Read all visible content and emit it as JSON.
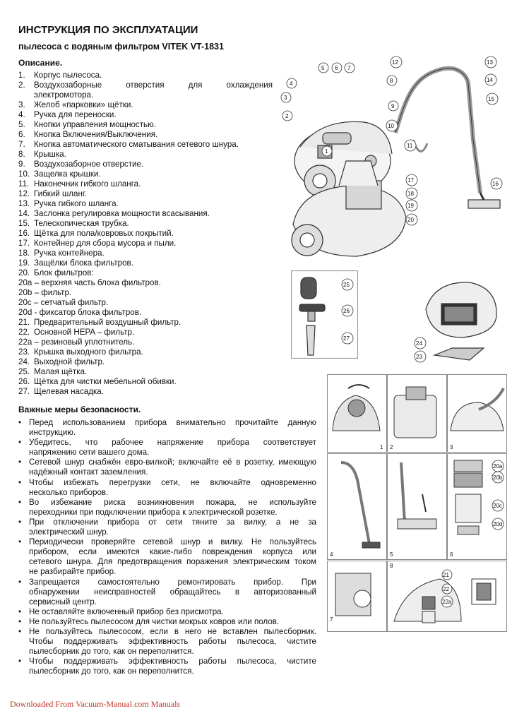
{
  "title": "ИНСТРУКЦИЯ ПО ЭКСПЛУАТАЦИИ",
  "subtitle": "пылесоса с водяным фильтром VITEK VT-1831",
  "description": {
    "heading": "Описание.",
    "items": [
      {
        "num": "1.",
        "text": "Корпус пылесоса."
      },
      {
        "num": "2.",
        "text": "Воздухозаборные отверстия для охлаждения"
      },
      {
        "num": "",
        "text": "электромотора."
      },
      {
        "num": "3.",
        "text": "Желоб «парковки» щётки."
      },
      {
        "num": "4.",
        "text": "Ручка для переноски."
      },
      {
        "num": "5.",
        "text": "Кнопки управления мощностью."
      },
      {
        "num": "6.",
        "text": "Кнопка Включения/Выключения."
      },
      {
        "num": "7.",
        "text": "Кнопка автоматического сматывания сетевого шнура."
      },
      {
        "num": "8.",
        "text": "Крышка."
      },
      {
        "num": "9.",
        "text": "Воздухозаборное отверстие."
      },
      {
        "num": "10.",
        "text": "Защелка крышки."
      },
      {
        "num": "11.",
        "text": "Наконечник гибкого шланга."
      },
      {
        "num": "12.",
        "text": "Гибкий шланг."
      },
      {
        "num": "13.",
        "text": "Ручка гибкого шланга."
      },
      {
        "num": "14.",
        "text": "Заслонка регулировка мощности всасывания."
      },
      {
        "num": "15.",
        "text": "Телескопическая трубка."
      },
      {
        "num": "16.",
        "text": "Щётка для пола/ковровых покрытий."
      },
      {
        "num": "17.",
        "text": "Контейнер для сбора мусора и пыли."
      },
      {
        "num": "18.",
        "text": "Ручка контейнера."
      },
      {
        "num": "19.",
        "text": "Защёлки блока фильтров."
      },
      {
        "num": "20.",
        "text": "Блок фильтров:"
      },
      {
        "num": "",
        "text": "20a – верхняя часть блока фильтров."
      },
      {
        "num": "",
        "text": "20b – фильтр."
      },
      {
        "num": "",
        "text": "20c – сетчатый фильтр."
      },
      {
        "num": "",
        "text": "20d - фиксатор блока фильтров."
      },
      {
        "num": "21.",
        "text": "Предварительный воздушный фильтр."
      },
      {
        "num": "22.",
        "text": "Основной HEPA – фильтр."
      },
      {
        "num": "",
        "text": "22a – резиновый уплотнитель."
      },
      {
        "num": "23.",
        "text": "Крышка выходного фильтра."
      },
      {
        "num": "24.",
        "text": "Выходной фильтр."
      },
      {
        "num": "25.",
        "text": "Малая щётка."
      },
      {
        "num": "26.",
        "text": "Щётка для чистки мебельной обивки."
      },
      {
        "num": "27.",
        "text": "Щелевая насадка."
      }
    ]
  },
  "safety": {
    "heading": "Важные меры безопасности.",
    "bullet": "•",
    "lines": [
      {
        "b": true,
        "text": "Перед использованием прибора внимательно прочитайте данную"
      },
      {
        "b": false,
        "text": "инструкцию."
      },
      {
        "b": true,
        "text": "Убедитесь, что рабочее напряжение прибора соответствует"
      },
      {
        "b": false,
        "text": "напряжению сети вашего дома."
      },
      {
        "b": true,
        "text": "Сетевой шнур снабжён евро-вилкой; включайте её в розетку, имеющую"
      },
      {
        "b": false,
        "text": "надёжный контакт заземления."
      },
      {
        "b": true,
        "text": "Чтобы избежать перегрузки сети, не включайте одновременно"
      },
      {
        "b": false,
        "text": "несколько приборов."
      },
      {
        "b": true,
        "text": "Во избежание риска возникновения пожара, не используйте"
      },
      {
        "b": false,
        "text": "переходники при подключении прибора к электрической розетке."
      },
      {
        "b": true,
        "text": "При отключении прибора от сети тяните за вилку, а не за"
      },
      {
        "b": false,
        "text": "электрический шнур."
      },
      {
        "b": true,
        "text": "Периодически проверяйте сетевой шнур и вилку. Не пользуйтесь"
      },
      {
        "b": false,
        "text": "прибором, если имеются какие-либо повреждения корпуса или"
      },
      {
        "b": false,
        "text": "сетевого шнура. Для предотвращения поражения электрическим током"
      },
      {
        "b": false,
        "text": "не разбирайте прибор."
      },
      {
        "b": true,
        "text": "Запрещается самостоятельно ремонтировать прибор. При"
      },
      {
        "b": false,
        "text": "обнаружении неисправностей обращайтесь в авторизованный"
      },
      {
        "b": false,
        "text": "сервисный центр."
      },
      {
        "b": true,
        "text": "Не оставляйте включенный прибор без присмотра."
      },
      {
        "b": true,
        "text": "Не пользуйтесь пылесосом для чистки мокрых ковров или полов."
      },
      {
        "b": true,
        "text": "Не пользуйтесь пылесосом, если в него не вставлен пылесборник."
      },
      {
        "b": false,
        "text": "Чтобы поддерживать эффективность работы пылесоса, чистите"
      },
      {
        "b": false,
        "text": "пылесборник до того, как он переполнится."
      },
      {
        "b": true,
        "text": "Чтобы поддерживать эффективность работы пылесоса, чистите"
      },
      {
        "b": false,
        "text": "пылесборник до того, как он переполнится."
      }
    ]
  },
  "figure_labels": {
    "main": [
      "1",
      "2",
      "3",
      "4",
      "5",
      "6",
      "7",
      "8",
      "9",
      "10",
      "11",
      "12",
      "13",
      "14",
      "15",
      "16"
    ],
    "container": [
      "17",
      "18",
      "19",
      "20"
    ],
    "nozzles": [
      "25",
      "26",
      "27"
    ],
    "rear": [
      "24",
      "23"
    ],
    "steps": [
      "1",
      "2",
      "3",
      "4",
      "5",
      "6",
      "7",
      "8"
    ],
    "filters": [
      "20a",
      "20b",
      "20c",
      "20d"
    ],
    "hepa": [
      "21",
      "22",
      "22a"
    ]
  },
  "footer": {
    "link_text": "Downloaded From Vacuum-Manual.com Manuals"
  }
}
